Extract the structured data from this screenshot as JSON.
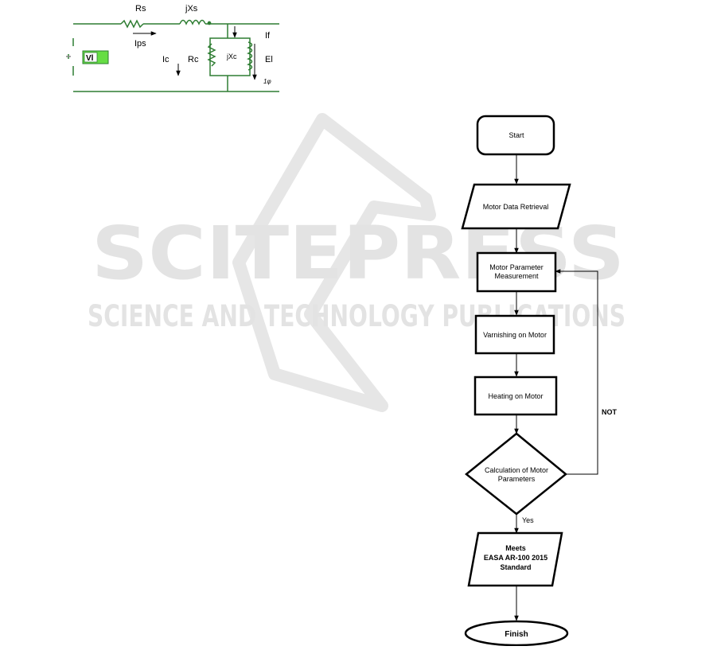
{
  "watermark": {
    "title": "SCITEPRESS",
    "subtitle": "SCIENCE AND TECHNOLOGY PUBLICATIONS",
    "color": "#e3e3e3"
  },
  "circuit": {
    "line_color": "#2e7d32",
    "source_fill": "#66dd44",
    "labels": {
      "rs": "Rs",
      "jxs": "jXs",
      "ips": "Ips",
      "ic": "Ic",
      "rc": "Rc",
      "jxc": "jXc",
      "if": "If",
      "el": "El",
      "source": "Vl",
      "phase": "1φ"
    }
  },
  "flowchart": {
    "start": "Start",
    "retrieval": "Motor Data Retrieval",
    "measurement_line1": "Motor Parameter",
    "measurement_line2": "Measurement",
    "varnishing": "Varnishing on Motor",
    "heating": "Heating on Motor",
    "calc_line1": "Calculation of Motor",
    "calc_line2": "Parameters",
    "no_label": "NOT",
    "yes_label": "Yes",
    "meets_line1": "Meets",
    "meets_line2": "EASA AR-100 2015",
    "meets_line3": "Standard",
    "finish": "Finish"
  }
}
